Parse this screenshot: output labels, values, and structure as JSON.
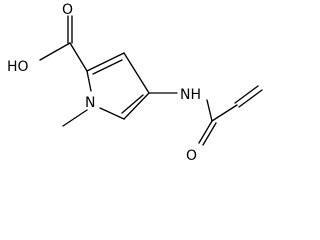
{
  "structure": {
    "atoms": {
      "hydroxyl": "HO",
      "carbonyl_oxygen_acid": "O",
      "ring_nitrogen": "N",
      "amide_nitrogen": "NH",
      "amide_oxygen": "O"
    }
  },
  "colors": {
    "bond": "#000000",
    "label": "#000000",
    "background": "#ffffff"
  }
}
